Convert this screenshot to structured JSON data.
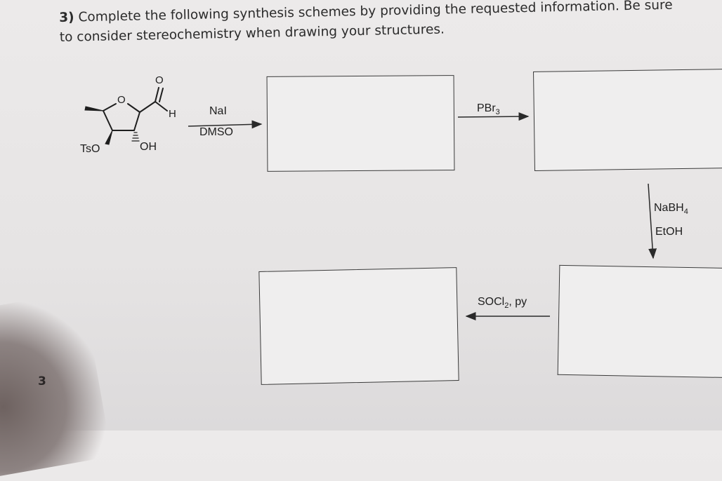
{
  "question": {
    "number": "3)",
    "text_line1": "Complete the following synthesis schemes by providing the requested information. Be sure",
    "text_line2": "to consider stereochemistry when drawing your structures."
  },
  "molecule": {
    "ring_oxygen": "O",
    "carbonyl_oxygen": "O",
    "aldehyde_h": "H",
    "tso_label": "TsO",
    "oh_label": "OH"
  },
  "reagents": {
    "step1_top": "NaI",
    "step1_bottom": "DMSO",
    "step2_main": "PBr",
    "step2_sub": "3",
    "step3_line1_main": "NaBH",
    "step3_line1_sub": "4",
    "step3_line2": "EtOH",
    "step4_main_a": "SOCl",
    "step4_sub": "2",
    "step4_main_b": ", py"
  },
  "page_number": "3",
  "colors": {
    "ink": "#1e1e1e",
    "paper": "#e9e7e7"
  }
}
